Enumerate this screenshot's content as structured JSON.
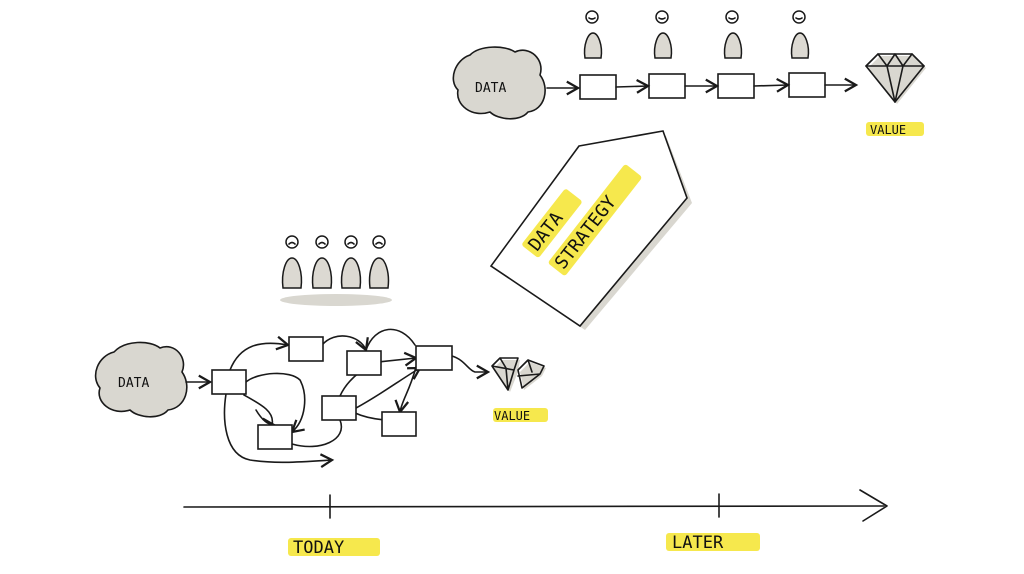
{
  "labels": {
    "data_top": "DATA",
    "value_top": "VALUE",
    "data_bottom": "DATA",
    "value_bottom": "VALUE",
    "strategy_line1": "DATA",
    "strategy_line2": "STRATEGY",
    "timeline_today": "TODAY",
    "timeline_later": "LATER"
  },
  "colors": {
    "highlight": "#f5e63a",
    "ink": "#1a1a1a",
    "shadow": "#d9d7d0"
  },
  "icons": [
    "cloud-icon",
    "person-icon",
    "diamond-icon",
    "broken-diamond-icon",
    "arrow-icon"
  ]
}
